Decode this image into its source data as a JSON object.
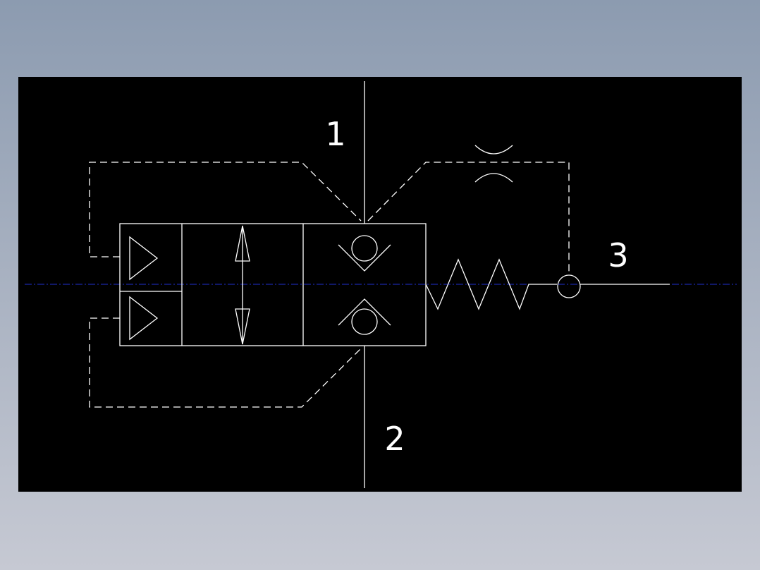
{
  "colors": {
    "background_top": "#8c9bb0",
    "background_bottom": "#c6c9d3",
    "canvas": "#000000",
    "line": "#ffffff",
    "centerline": "#1f2fd0"
  },
  "ports": {
    "port_1": "1",
    "port_2": "2",
    "port_3": "3"
  }
}
